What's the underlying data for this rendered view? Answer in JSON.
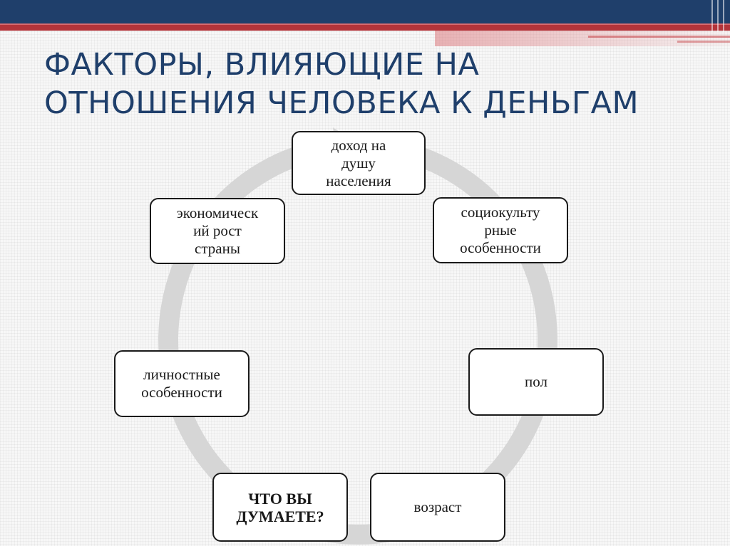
{
  "slide": {
    "title_line1": "ФАКТОРЫ, ВЛИЯЮЩИЕ НА",
    "title_line2": "ОТНОШЕНИЯ ЧЕЛОВЕКА К ДЕНЬГАМ"
  },
  "diagram": {
    "type": "cycle",
    "nodes": [
      {
        "id": "income",
        "lines": [
          "доход на",
          "душу",
          "населения"
        ]
      },
      {
        "id": "sociocultural",
        "lines": [
          "социокульту",
          "рные",
          "особенности"
        ]
      },
      {
        "id": "gender",
        "lines": [
          "пол"
        ]
      },
      {
        "id": "age",
        "lines": [
          "возраст"
        ]
      },
      {
        "id": "question",
        "lines": [
          "ЧТО ВЫ",
          "ДУМАЕТЕ?"
        ]
      },
      {
        "id": "personal",
        "lines": [
          "личностные",
          "особенности"
        ]
      },
      {
        "id": "growth",
        "lines": [
          "экономическ",
          "ий рост",
          "страны"
        ]
      }
    ]
  },
  "colors": {
    "title": "#1f3f6b",
    "header_blue": "#1f3f6b",
    "header_red": "#b3343a",
    "cycle_arrow": "#d6d6d6",
    "node_border": "#1a1a1a"
  }
}
